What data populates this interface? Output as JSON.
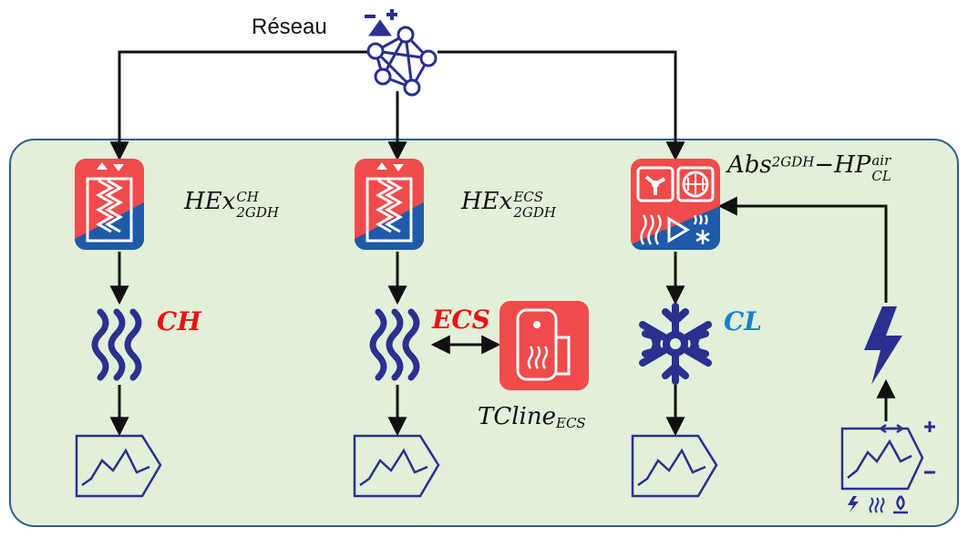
{
  "network": {
    "label": "Réseau"
  },
  "hex_ch": {
    "base": "HEx",
    "sup": "CH",
    "sub": "2GDH"
  },
  "hex_ecs": {
    "base": "HEx",
    "sup": "ECS",
    "sub": "2GDH"
  },
  "abs_hp": {
    "base": "Abs",
    "sup": "2GDH",
    "minus": "−HP",
    "sup2": "air",
    "sub2": "CL"
  },
  "outputs": {
    "ch": {
      "label": "CH",
      "color": "#ee1111"
    },
    "ecs": {
      "label": "ECS",
      "color": "#ee1111"
    },
    "cl": {
      "label": "CL",
      "color": "#1a7fd0"
    }
  },
  "tank": {
    "base": "TCline",
    "sub": "ECS"
  },
  "colors": {
    "icon_red": "#ef4b4b",
    "icon_blue": "#1e5aa8",
    "line_navy": "#2b2f8f",
    "region_fill": "#e2efd9"
  }
}
